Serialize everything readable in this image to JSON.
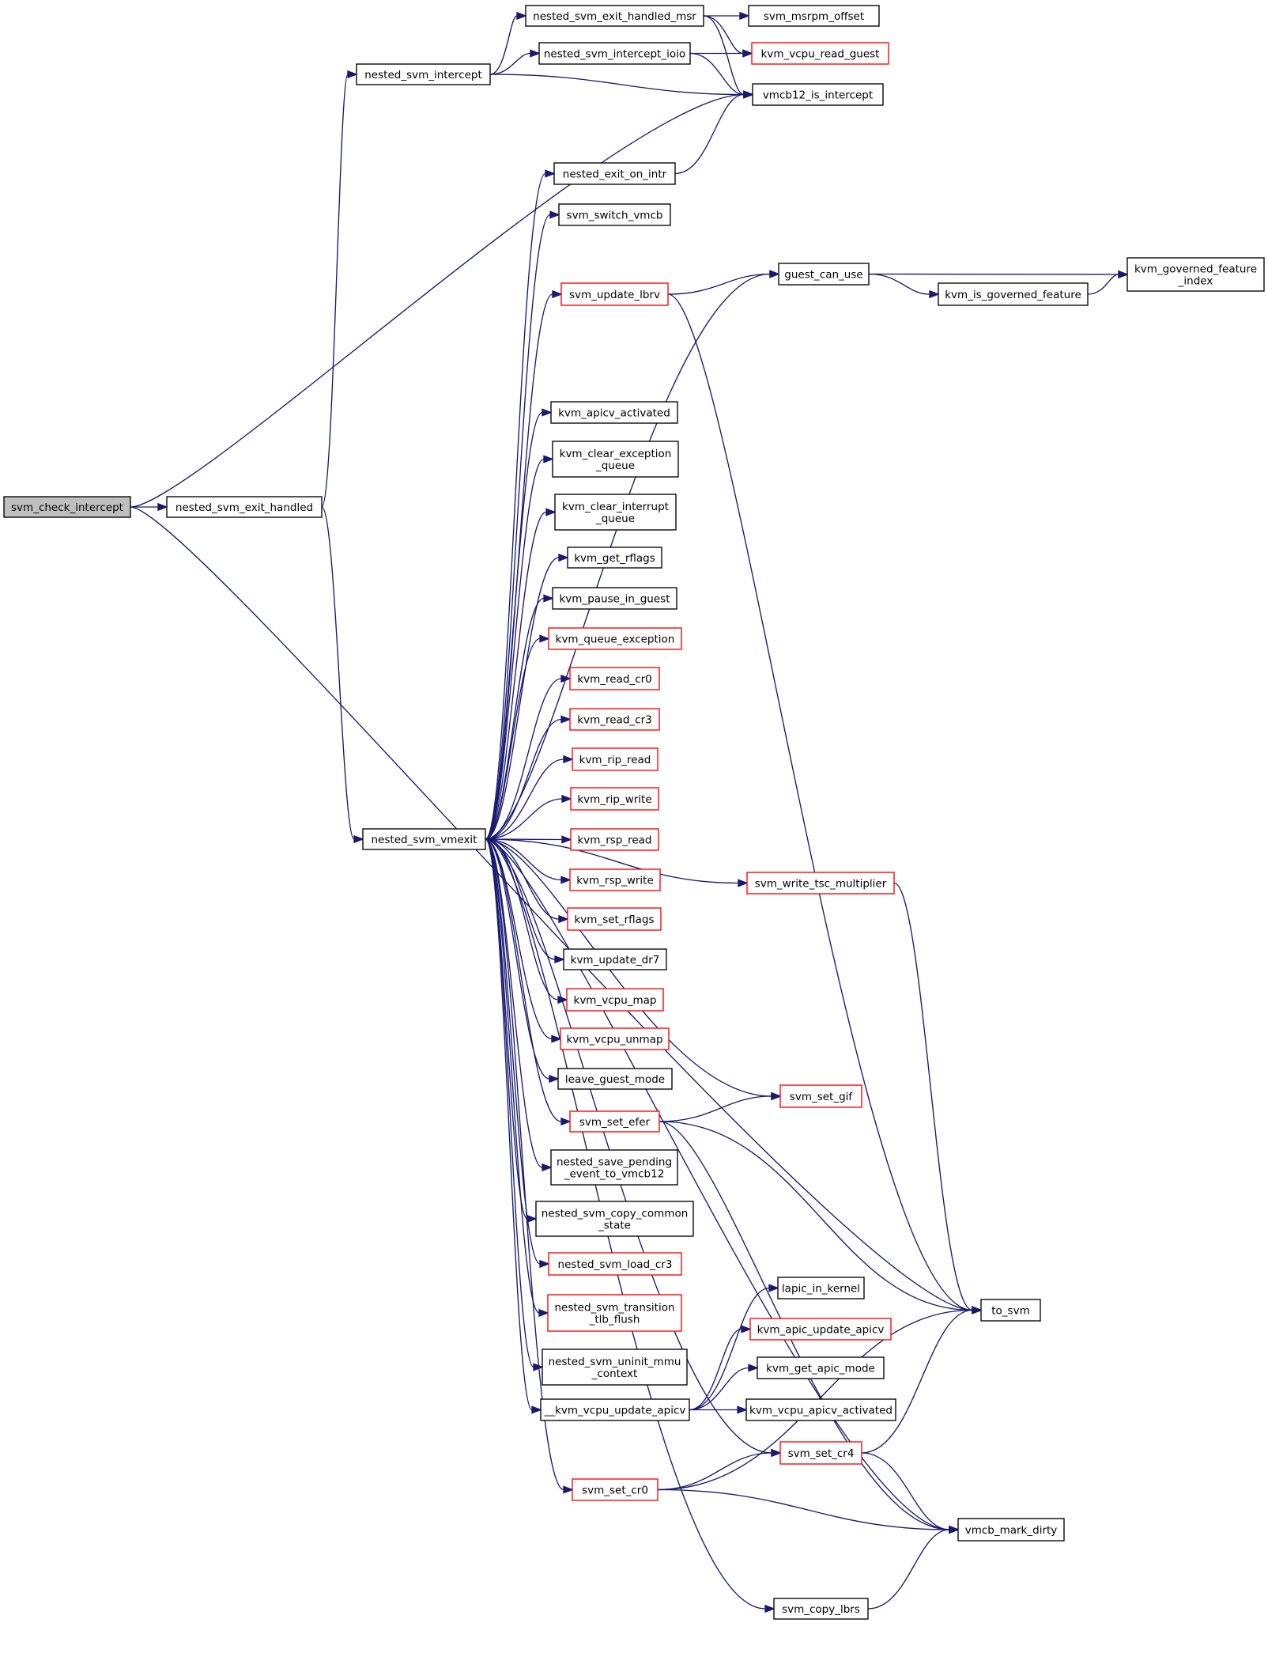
{
  "colors": {
    "edge": "#191970",
    "border_default": "#000000",
    "border_incomplete": "#ff0000",
    "fill_default": "#ffffff",
    "fill_root": "#bfbfbf"
  },
  "nodes": [
    {
      "id": "svm_check_intercept",
      "lines": [
        "svm_check_intercept"
      ],
      "style": "root"
    },
    {
      "id": "nested_svm_exit_handled",
      "lines": [
        "nested_svm_exit_handled"
      ],
      "style": "normal"
    },
    {
      "id": "nested_svm_intercept",
      "lines": [
        "nested_svm_intercept"
      ],
      "style": "normal"
    },
    {
      "id": "nested_svm_exit_handled_msr",
      "lines": [
        "nested_svm_exit_handled_msr"
      ],
      "style": "normal"
    },
    {
      "id": "svm_msrpm_offset",
      "lines": [
        "svm_msrpm_offset"
      ],
      "style": "normal"
    },
    {
      "id": "nested_svm_intercept_ioio",
      "lines": [
        "nested_svm_intercept_ioio"
      ],
      "style": "normal"
    },
    {
      "id": "kvm_vcpu_read_guest",
      "lines": [
        "kvm_vcpu_read_guest"
      ],
      "style": "incomplete"
    },
    {
      "id": "vmcb12_is_intercept",
      "lines": [
        "vmcb12_is_intercept"
      ],
      "style": "normal"
    },
    {
      "id": "nested_exit_on_intr",
      "lines": [
        "nested_exit_on_intr"
      ],
      "style": "normal"
    },
    {
      "id": "svm_switch_vmcb",
      "lines": [
        "svm_switch_vmcb"
      ],
      "style": "normal"
    },
    {
      "id": "guest_can_use",
      "lines": [
        "guest_can_use"
      ],
      "style": "normal"
    },
    {
      "id": "kvm_governed_feature_index",
      "lines": [
        "kvm_governed_feature",
        "_index"
      ],
      "style": "normal"
    },
    {
      "id": "svm_update_lbrv",
      "lines": [
        "svm_update_lbrv"
      ],
      "style": "incomplete"
    },
    {
      "id": "kvm_is_governed_feature",
      "lines": [
        "kvm_is_governed_feature"
      ],
      "style": "normal"
    },
    {
      "id": "kvm_apicv_activated",
      "lines": [
        "kvm_apicv_activated"
      ],
      "style": "normal"
    },
    {
      "id": "kvm_clear_exception_queue",
      "lines": [
        "kvm_clear_exception",
        "_queue"
      ],
      "style": "normal"
    },
    {
      "id": "kvm_clear_interrupt_queue",
      "lines": [
        "kvm_clear_interrupt",
        "_queue"
      ],
      "style": "normal"
    },
    {
      "id": "kvm_get_rflags",
      "lines": [
        "kvm_get_rflags"
      ],
      "style": "normal"
    },
    {
      "id": "kvm_pause_in_guest",
      "lines": [
        "kvm_pause_in_guest"
      ],
      "style": "normal"
    },
    {
      "id": "kvm_queue_exception",
      "lines": [
        "kvm_queue_exception"
      ],
      "style": "incomplete"
    },
    {
      "id": "kvm_read_cr0",
      "lines": [
        "kvm_read_cr0"
      ],
      "style": "incomplete"
    },
    {
      "id": "kvm_read_cr3",
      "lines": [
        "kvm_read_cr3"
      ],
      "style": "incomplete"
    },
    {
      "id": "kvm_rip_read",
      "lines": [
        "kvm_rip_read"
      ],
      "style": "incomplete"
    },
    {
      "id": "kvm_rip_write",
      "lines": [
        "kvm_rip_write"
      ],
      "style": "incomplete"
    },
    {
      "id": "nested_svm_vmexit",
      "lines": [
        "nested_svm_vmexit"
      ],
      "style": "normal"
    },
    {
      "id": "kvm_rsp_read",
      "lines": [
        "kvm_rsp_read"
      ],
      "style": "incomplete"
    },
    {
      "id": "kvm_rsp_write",
      "lines": [
        "kvm_rsp_write"
      ],
      "style": "incomplete"
    },
    {
      "id": "svm_write_tsc_multiplier",
      "lines": [
        "svm_write_tsc_multiplier"
      ],
      "style": "incomplete"
    },
    {
      "id": "kvm_set_rflags",
      "lines": [
        "kvm_set_rflags"
      ],
      "style": "incomplete"
    },
    {
      "id": "kvm_update_dr7",
      "lines": [
        "kvm_update_dr7"
      ],
      "style": "normal"
    },
    {
      "id": "kvm_vcpu_map",
      "lines": [
        "kvm_vcpu_map"
      ],
      "style": "incomplete"
    },
    {
      "id": "kvm_vcpu_unmap",
      "lines": [
        "kvm_vcpu_unmap"
      ],
      "style": "incomplete"
    },
    {
      "id": "leave_guest_mode",
      "lines": [
        "leave_guest_mode"
      ],
      "style": "normal"
    },
    {
      "id": "svm_set_gif",
      "lines": [
        "svm_set_gif"
      ],
      "style": "incomplete"
    },
    {
      "id": "svm_set_efer",
      "lines": [
        "svm_set_efer"
      ],
      "style": "incomplete"
    },
    {
      "id": "nested_save_pending_event_to_vmcb12",
      "lines": [
        "nested_save_pending",
        "_event_to_vmcb12"
      ],
      "style": "normal"
    },
    {
      "id": "nested_svm_copy_common_state",
      "lines": [
        "nested_svm_copy_common",
        "_state"
      ],
      "style": "normal"
    },
    {
      "id": "nested_svm_load_cr3",
      "lines": [
        "nested_svm_load_cr3"
      ],
      "style": "incomplete"
    },
    {
      "id": "lapic_in_kernel",
      "lines": [
        "lapic_in_kernel"
      ],
      "style": "normal"
    },
    {
      "id": "nested_svm_transition_tlb_flush",
      "lines": [
        "nested_svm_transition",
        "_tlb_flush"
      ],
      "style": "incomplete"
    },
    {
      "id": "to_svm",
      "lines": [
        "to_svm"
      ],
      "style": "normal"
    },
    {
      "id": "kvm_apic_update_apicv",
      "lines": [
        "kvm_apic_update_apicv"
      ],
      "style": "incomplete"
    },
    {
      "id": "nested_svm_uninit_mmu_context",
      "lines": [
        "nested_svm_uninit_mmu",
        "_context"
      ],
      "style": "normal"
    },
    {
      "id": "kvm_get_apic_mode",
      "lines": [
        "kvm_get_apic_mode"
      ],
      "style": "normal"
    },
    {
      "id": "__kvm_vcpu_update_apicv",
      "lines": [
        "__kvm_vcpu_update_apicv"
      ],
      "style": "normal"
    },
    {
      "id": "kvm_vcpu_apicv_activated",
      "lines": [
        "kvm_vcpu_apicv_activated"
      ],
      "style": "normal"
    },
    {
      "id": "svm_set_cr4",
      "lines": [
        "svm_set_cr4"
      ],
      "style": "incomplete"
    },
    {
      "id": "svm_set_cr0",
      "lines": [
        "svm_set_cr0"
      ],
      "style": "incomplete"
    },
    {
      "id": "vmcb_mark_dirty",
      "lines": [
        "vmcb_mark_dirty"
      ],
      "style": "normal"
    },
    {
      "id": "svm_copy_lbrs",
      "lines": [
        "svm_copy_lbrs"
      ],
      "style": "normal"
    }
  ],
  "edges": [
    [
      "svm_check_intercept",
      "nested_svm_exit_handled"
    ],
    [
      "svm_check_intercept",
      "vmcb12_is_intercept"
    ],
    [
      "svm_check_intercept",
      "to_svm"
    ],
    [
      "nested_svm_exit_handled",
      "nested_svm_intercept"
    ],
    [
      "nested_svm_exit_handled",
      "nested_svm_vmexit"
    ],
    [
      "nested_svm_intercept",
      "nested_svm_exit_handled_msr"
    ],
    [
      "nested_svm_intercept",
      "nested_svm_intercept_ioio"
    ],
    [
      "nested_svm_intercept",
      "vmcb12_is_intercept"
    ],
    [
      "nested_svm_exit_handled_msr",
      "svm_msrpm_offset"
    ],
    [
      "nested_svm_exit_handled_msr",
      "kvm_vcpu_read_guest"
    ],
    [
      "nested_svm_exit_handled_msr",
      "vmcb12_is_intercept"
    ],
    [
      "nested_svm_intercept_ioio",
      "kvm_vcpu_read_guest"
    ],
    [
      "nested_svm_intercept_ioio",
      "vmcb12_is_intercept"
    ],
    [
      "nested_exit_on_intr",
      "vmcb12_is_intercept"
    ],
    [
      "guest_can_use",
      "kvm_governed_feature_index"
    ],
    [
      "guest_can_use",
      "kvm_is_governed_feature"
    ],
    [
      "kvm_is_governed_feature",
      "kvm_governed_feature_index"
    ],
    [
      "svm_update_lbrv",
      "guest_can_use"
    ],
    [
      "svm_update_lbrv",
      "to_svm"
    ],
    [
      "nested_svm_vmexit",
      "nested_exit_on_intr"
    ],
    [
      "nested_svm_vmexit",
      "svm_switch_vmcb"
    ],
    [
      "nested_svm_vmexit",
      "guest_can_use"
    ],
    [
      "nested_svm_vmexit",
      "svm_update_lbrv"
    ],
    [
      "nested_svm_vmexit",
      "svm_write_tsc_multiplier"
    ],
    [
      "nested_svm_vmexit",
      "svm_set_gif"
    ],
    [
      "nested_svm_vmexit",
      "kvm_apicv_activated"
    ],
    [
      "nested_svm_vmexit",
      "kvm_clear_exception_queue"
    ],
    [
      "nested_svm_vmexit",
      "kvm_clear_interrupt_queue"
    ],
    [
      "nested_svm_vmexit",
      "kvm_get_rflags"
    ],
    [
      "nested_svm_vmexit",
      "kvm_pause_in_guest"
    ],
    [
      "nested_svm_vmexit",
      "kvm_queue_exception"
    ],
    [
      "nested_svm_vmexit",
      "kvm_read_cr0"
    ],
    [
      "nested_svm_vmexit",
      "kvm_read_cr3"
    ],
    [
      "nested_svm_vmexit",
      "kvm_rip_read"
    ],
    [
      "nested_svm_vmexit",
      "kvm_rip_write"
    ],
    [
      "nested_svm_vmexit",
      "kvm_rsp_read"
    ],
    [
      "nested_svm_vmexit",
      "kvm_rsp_write"
    ],
    [
      "nested_svm_vmexit",
      "kvm_set_rflags"
    ],
    [
      "nested_svm_vmexit",
      "kvm_update_dr7"
    ],
    [
      "nested_svm_vmexit",
      "kvm_vcpu_map"
    ],
    [
      "nested_svm_vmexit",
      "kvm_vcpu_unmap"
    ],
    [
      "nested_svm_vmexit",
      "leave_guest_mode"
    ],
    [
      "nested_svm_vmexit",
      "svm_set_efer"
    ],
    [
      "nested_svm_vmexit",
      "nested_save_pending_event_to_vmcb12"
    ],
    [
      "nested_svm_vmexit",
      "nested_svm_copy_common_state"
    ],
    [
      "nested_svm_vmexit",
      "nested_svm_load_cr3"
    ],
    [
      "nested_svm_vmexit",
      "nested_svm_transition_tlb_flush"
    ],
    [
      "nested_svm_vmexit",
      "nested_svm_uninit_mmu_context"
    ],
    [
      "nested_svm_vmexit",
      "__kvm_vcpu_update_apicv"
    ],
    [
      "nested_svm_vmexit",
      "svm_set_cr4"
    ],
    [
      "nested_svm_vmexit",
      "svm_set_cr0"
    ],
    [
      "nested_svm_vmexit",
      "svm_copy_lbrs"
    ],
    [
      "nested_svm_vmexit",
      "vmcb_mark_dirty"
    ],
    [
      "svm_write_tsc_multiplier",
      "to_svm"
    ],
    [
      "svm_set_efer",
      "svm_set_gif"
    ],
    [
      "svm_set_efer",
      "to_svm"
    ],
    [
      "svm_set_efer",
      "vmcb_mark_dirty"
    ],
    [
      "__kvm_vcpu_update_apicv",
      "lapic_in_kernel"
    ],
    [
      "__kvm_vcpu_update_apicv",
      "kvm_apic_update_apicv"
    ],
    [
      "__kvm_vcpu_update_apicv",
      "kvm_get_apic_mode"
    ],
    [
      "__kvm_vcpu_update_apicv",
      "kvm_vcpu_apicv_activated"
    ],
    [
      "svm_set_cr4",
      "to_svm"
    ],
    [
      "svm_set_cr4",
      "vmcb_mark_dirty"
    ],
    [
      "svm_set_cr0",
      "svm_set_cr4"
    ],
    [
      "svm_set_cr0",
      "to_svm"
    ],
    [
      "svm_set_cr0",
      "vmcb_mark_dirty"
    ],
    [
      "svm_copy_lbrs",
      "vmcb_mark_dirty"
    ]
  ]
}
